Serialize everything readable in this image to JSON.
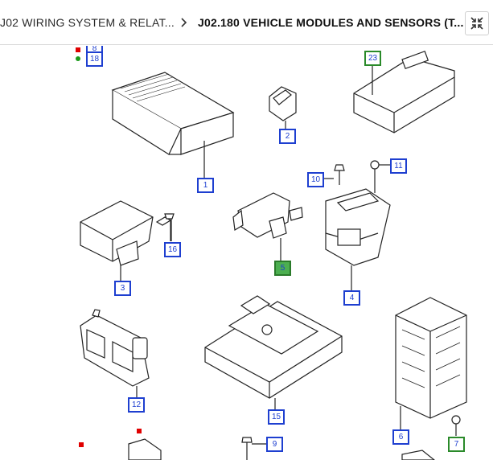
{
  "breadcrumb": {
    "parent": "J02 WIRING SYSTEM & RELAT...",
    "current": "J02.180 VEHICLE MODULES AND SENSORS (T..."
  },
  "icons": {
    "separator": "chevron-right-icon",
    "collapse": "collapse-arrows-icon"
  },
  "colors": {
    "callout_blue": "#1e3fd0",
    "callout_green": "#2a8a2a",
    "selected_fill": "#4caf50",
    "marker_red": "#e00000",
    "marker_green": "#1a9a1a"
  },
  "callouts": {
    "c1": "1",
    "c2": "2",
    "c3": "3",
    "c4": "4",
    "c5": "5",
    "c6": "6",
    "c7": "7",
    "c8": "8",
    "c9": "9",
    "c10": "10",
    "c11": "11",
    "c12": "12",
    "c15": "15",
    "c16": "16",
    "c18": "18",
    "c23": "23"
  }
}
